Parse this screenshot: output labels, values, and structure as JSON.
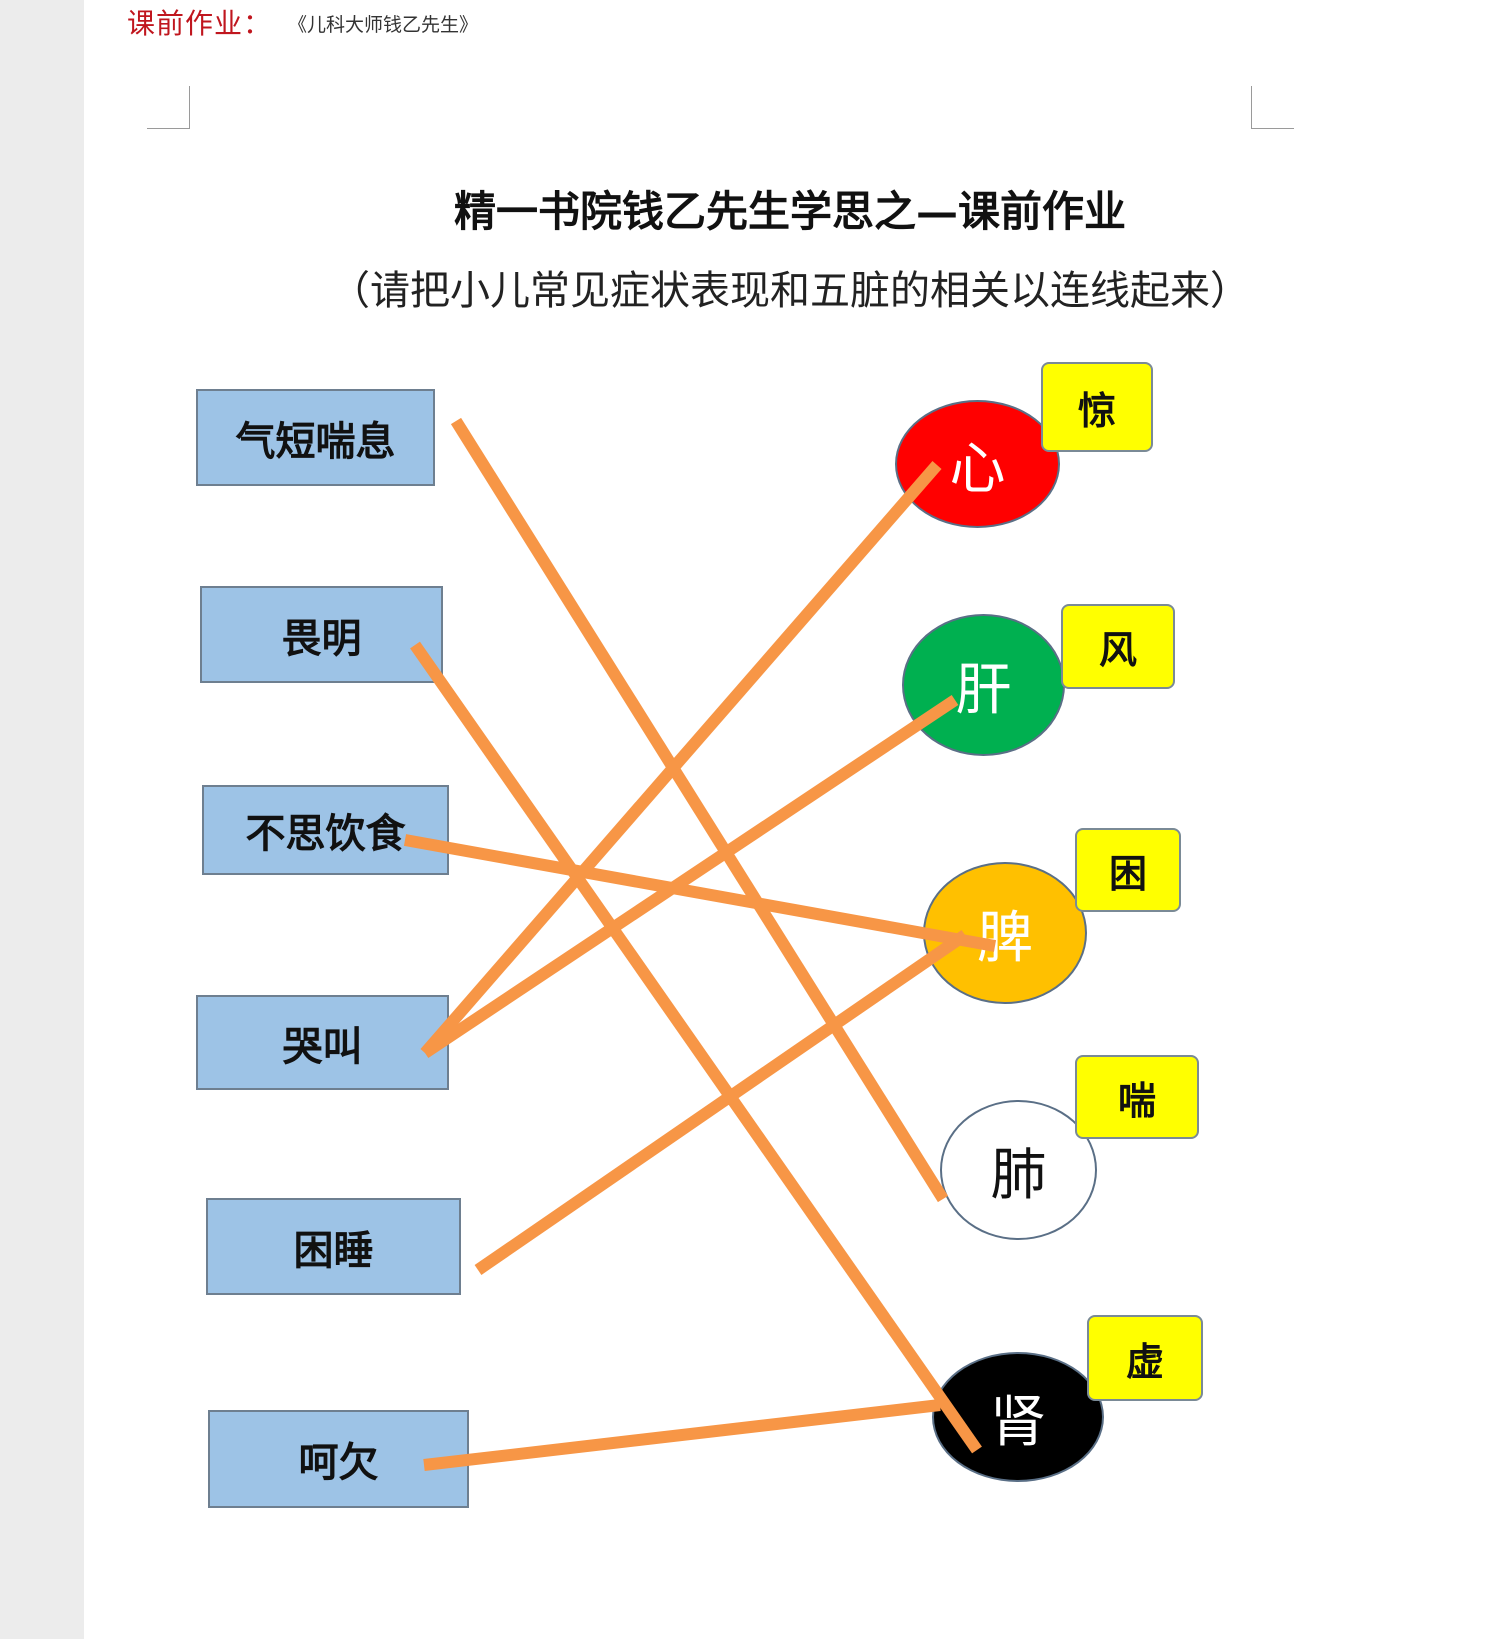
{
  "header": {
    "label": "课前作业：",
    "book": "《儿科大师钱乙先生》"
  },
  "worksheet": {
    "title": "精一书院钱乙先生学思之—课前作业",
    "instruction": "（请把小儿常见症状表现和五脏的相关以连线起来）"
  },
  "symptoms": [
    "气短喘息",
    "畏明",
    "不思饮食",
    "哭叫",
    "困睡",
    "呵欠"
  ],
  "organs": [
    {
      "label": "心",
      "fill": "#ff0000",
      "text_color": "#ffffff"
    },
    {
      "label": "肝",
      "fill": "#00b050",
      "text_color": "#ffffff"
    },
    {
      "label": "脾",
      "fill": "#ffc000",
      "text_color": "#ffffff"
    },
    {
      "label": "肺",
      "fill": "#ffffff",
      "text_color": "#111111"
    },
    {
      "label": "肾",
      "fill": "#000000",
      "text_color": "#ffffff"
    }
  ],
  "traits": [
    "惊",
    "风",
    "困",
    "喘",
    "虚"
  ],
  "connections": [
    {
      "symptom": "气短喘息",
      "organ": "肺"
    },
    {
      "symptom": "畏明",
      "organ": "肾"
    },
    {
      "symptom": "不思饮食",
      "organ": "脾"
    },
    {
      "symptom": "哭叫",
      "organ": "心"
    },
    {
      "symptom": "哭叫",
      "organ": "肝"
    },
    {
      "symptom": "困睡",
      "organ": "脾"
    },
    {
      "symptom": "呵欠",
      "organ": "肾"
    }
  ],
  "colors": {
    "symptom_box": "#9dc3e6",
    "trait_box": "#ffff00",
    "connector": "#f79646",
    "header_label": "#c0161e"
  }
}
